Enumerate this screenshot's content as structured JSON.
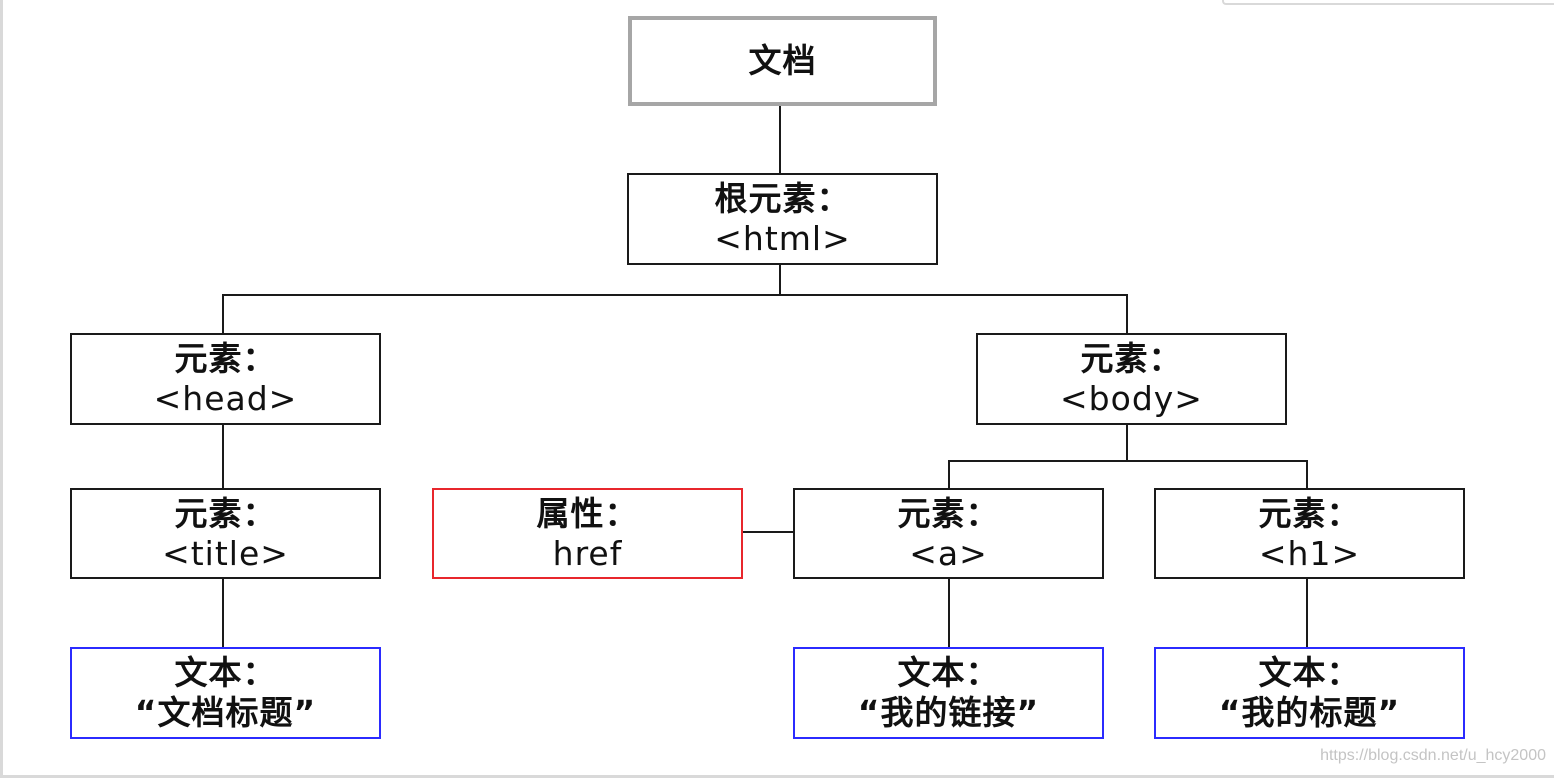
{
  "colors": {
    "root_border": "#a6a6a6",
    "element_border": "#1a1a1a",
    "attribute_border": "#e8262c",
    "text_border": "#2b2bff",
    "line": "#1a1a1a"
  },
  "nodes": {
    "document": {
      "line1": "文档"
    },
    "html": {
      "line1": "根元素：",
      "line2": "<html>"
    },
    "head": {
      "line1": "元素：",
      "line2": "<head>"
    },
    "body": {
      "line1": "元素：",
      "line2": "<body>"
    },
    "title": {
      "line1": "元素：",
      "line2": "<title>"
    },
    "href": {
      "line1": "属性：",
      "line2": "href"
    },
    "a": {
      "line1": "元素：",
      "line2": "<a>"
    },
    "h1": {
      "line1": "元素：",
      "line2": "<h1>"
    },
    "title_text": {
      "line1": "文本：",
      "line2": "“文档标题”"
    },
    "a_text": {
      "line1": "文本：",
      "line2": "“我的链接”"
    },
    "h1_text": {
      "line1": "文本：",
      "line2": "“我的标题”"
    }
  },
  "watermark": "https://blog.csdn.net/u_hcy2000"
}
